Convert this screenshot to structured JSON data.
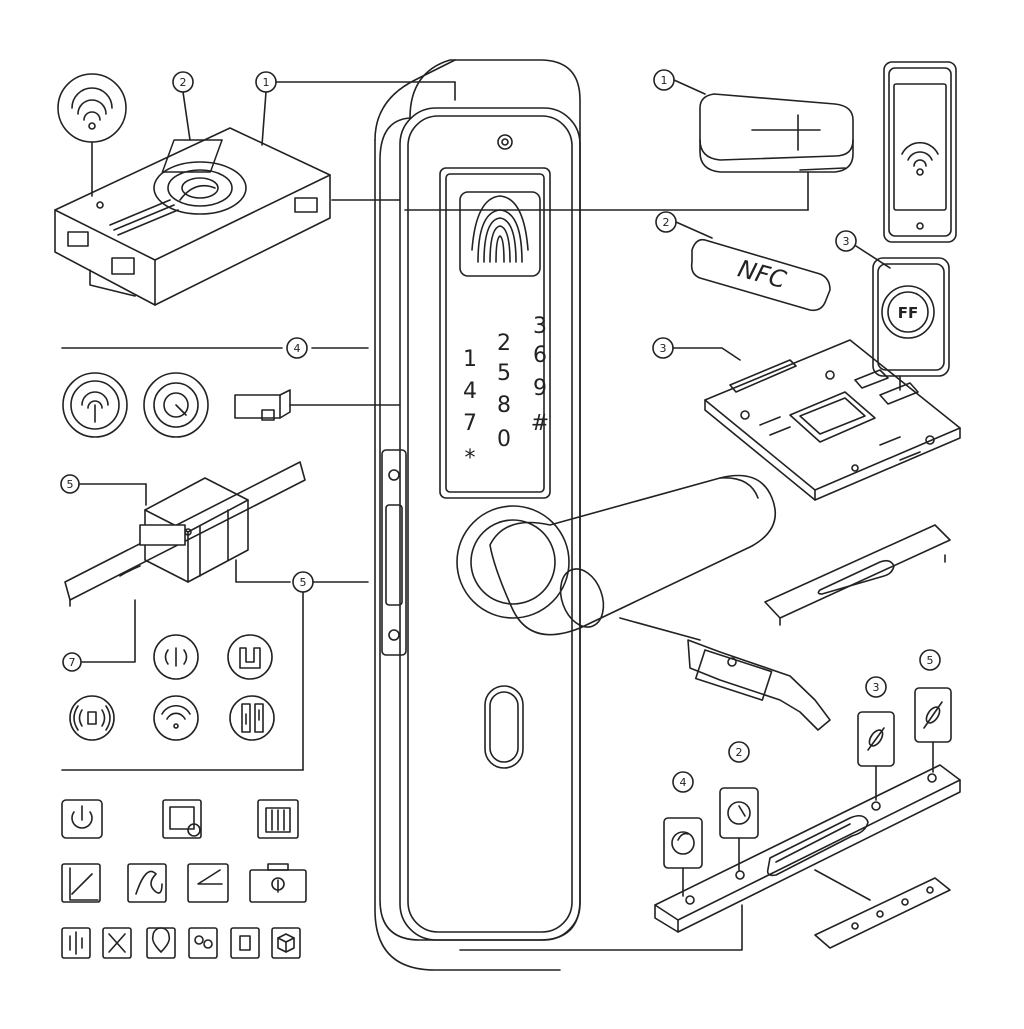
{
  "labels": {
    "c_left_top": "2",
    "c_center_top": "1",
    "c_right_card": "1",
    "c_nfc": "2",
    "c_nfc_reader": "3",
    "c_pcb": "3",
    "c_divider_top": "4",
    "c_actuator_top": "5",
    "c_actuator_mid": "5",
    "c_actuator_bottom": "7",
    "c_strike_3": "3",
    "c_strike_5": "5",
    "c_strike_4": "4",
    "c_strike_2": "2"
  },
  "keypad": {
    "keys": [
      "3",
      "2",
      "6",
      "1",
      "5",
      "9",
      "4",
      "8",
      "#",
      "7",
      "0",
      "*"
    ]
  },
  "nfc_tag": {
    "text": "NFC"
  },
  "nfc_reader": {
    "text": "FF"
  },
  "colors": {
    "line": "#222222",
    "background": "#ffffff",
    "shade": "#e8e8e8"
  },
  "icons": [
    "wifi-signal-icon",
    "nfc-ring-icon",
    "target-ring-icon",
    "connector-icon",
    "radio-wave-icon",
    "bracket-icon",
    "sound-wave-icon",
    "wifi-icon",
    "adjust-icon",
    "power-icon",
    "screen-icon",
    "building-icon",
    "pen-edit-icon",
    "signature-icon",
    "arrow-icon",
    "battery-icon",
    "bars-icon",
    "tools-icon",
    "location-icon",
    "people-icon",
    "frame-icon",
    "cube-icon"
  ]
}
